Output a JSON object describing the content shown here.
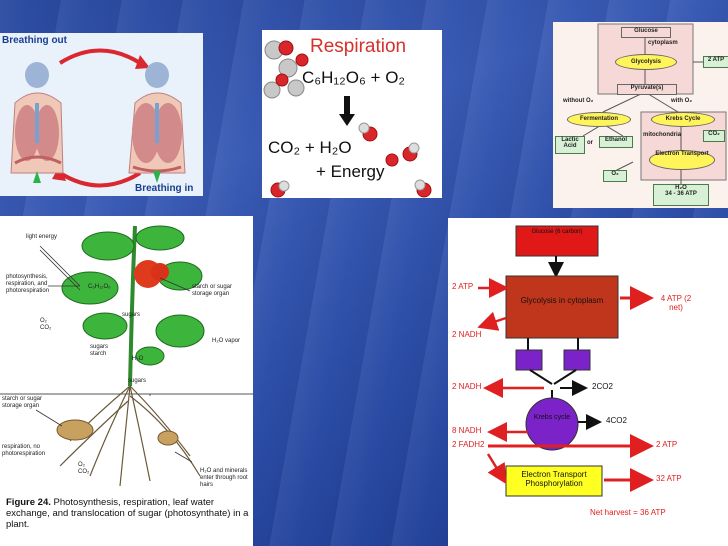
{
  "breathing": {
    "out_label": "Breathing out",
    "in_label": "Breathing in"
  },
  "respiration": {
    "title": "Respiration",
    "reactants": "C₆H₁₂O₆ + O₂",
    "products": "CO₂ + H₂O",
    "energy": "+ Energy"
  },
  "pathway": {
    "glucose": "Glucose",
    "cytoplasm": "cytoplasm",
    "glycolysis": "Glycolysis",
    "atp_2": "2 ATP",
    "pyruvate": "Pyruvate(s)",
    "without_o2": "without O₂",
    "with_o2": "with O₂",
    "fermentation": "Fermentation",
    "krebs": "Krebs Cycle",
    "mitochondria": "mitochondria",
    "co2": "CO₂",
    "lactic": "Lactic Acid",
    "or": "or",
    "ethanol": "Ethanol",
    "etc": "Electron Transport",
    "o2": "O₂",
    "h2o": "H₂O",
    "atp_34": "34 - 36 ATP"
  },
  "plant": {
    "light": "light energy",
    "photo": "photosynthesis, respiration, and photorespiration",
    "glucose": "C₆H₁₂O₆",
    "starch_top": "starch or sugar storage organ",
    "o2co2_1": "O₂ CO₂",
    "sugars_starch": "sugars starch",
    "sugars1": "sugars",
    "h2o_vapor": "H₂O vapor",
    "h2o": "H₂O",
    "sugars2": "sugars",
    "starch_bottom": "starch or sugar storage organ",
    "resp_no": "respiration, no photorespiration",
    "o2co2_2": "O₂ CO₂",
    "h2o_minerals": "H₂O and minerals enter through root hairs",
    "caption_bold": "Figure 24.",
    "caption_text": "Photosynthesis, respiration, leaf water exchange, and translocation of sugar (photosynthate) in a plant."
  },
  "flow": {
    "glucose": "Glucose (6 carbon)",
    "atp_in": "2 ATP",
    "glycolysis": "Glycolysis in cytoplasm",
    "atp_out": "4 ATP (2 net)",
    "nadh1": "2 NADH",
    "nadh2": "2 NADH",
    "co2_1": "2CO2",
    "krebs": "Krebs cycle",
    "nadh3": "8 NADH",
    "co2_2": "4CO2",
    "fadh": "2 FADH2",
    "atp_krebs": "2 ATP",
    "etc": "Electron Transport Phosphorylation",
    "atp_etc": "32 ATP",
    "net": "Net harvest = 36 ATP"
  },
  "colors": {
    "red": "#e02020",
    "purple": "#7b22c8",
    "yellow": "#ffff22",
    "brown": "#c0361c"
  }
}
